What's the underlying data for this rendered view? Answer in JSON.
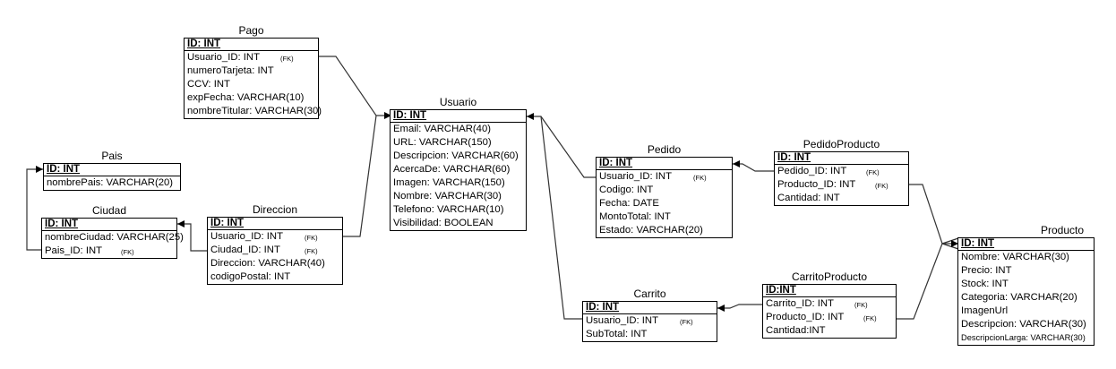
{
  "pago": {
    "title": "Pago",
    "pk": "ID: INT",
    "fields": [
      "Usuario_ID: INT",
      "numeroTarjeta: INT",
      "CCV: INT",
      "expFecha: VARCHAR(10)",
      "nombreTitular: VARCHAR(30)"
    ],
    "fk_marker": "(FK)"
  },
  "usuario": {
    "title": "Usuario",
    "pk": "ID: INT",
    "fields": [
      "Email: VARCHAR(40)",
      "URL: VARCHAR(150)",
      "Descripcion: VARCHAR(60)",
      "AcercaDe: VARCHAR(60)",
      "Imagen: VARCHAR(150)",
      "Nombre: VARCHAR(30)",
      "Telefono: VARCHAR(10)",
      "Visibilidad: BOOLEAN"
    ]
  },
  "pais": {
    "title": "Pais",
    "pk": "ID: INT",
    "fields": [
      "nombrePais: VARCHAR(20)"
    ]
  },
  "ciudad": {
    "title": "Ciudad",
    "pk": "ID: INT",
    "fields": [
      "nombreCiudad: VARCHAR(25)",
      "Pais_ID: INT"
    ],
    "fk_marker": "(FK)"
  },
  "direccion": {
    "title": "Direccion",
    "pk": "ID: INT",
    "fields": [
      "Usuario_ID: INT",
      "Ciudad_ID: INT",
      "Direccion: VARCHAR(40)",
      "codigoPostal: INT"
    ],
    "fk_marker": "(FK)"
  },
  "pedido": {
    "title": "Pedido",
    "pk": "ID: INT",
    "fields": [
      "Usuario_ID: INT",
      "Codigo: INT",
      "Fecha: DATE",
      "MontoTotal: INT",
      "Estado: VARCHAR(20)"
    ],
    "fk_marker": "(FK)"
  },
  "pedidoproducto": {
    "title": "PedidoProducto",
    "pk": "ID: INT",
    "fields": [
      "Pedido_ID: INT",
      "Producto_ID: INT",
      "Cantidad: INT"
    ],
    "fk_marker": "(FK)"
  },
  "carrito": {
    "title": "Carrito",
    "pk": "ID: INT",
    "fields": [
      "Usuario_ID: INT",
      "SubTotal: INT"
    ],
    "fk_marker": "(FK)"
  },
  "carritoproducto": {
    "title": "CarritoProducto",
    "pk": "ID:INT",
    "fields": [
      "Carrito_ID: INT",
      "Producto_ID: INT",
      "Cantidad:INT"
    ],
    "fk_marker": "(FK)"
  },
  "producto": {
    "title": "Producto",
    "pk": "ID: INT",
    "fields": [
      "Nombre: VARCHAR(30)",
      "Precio: INT",
      "Stock: INT",
      "Categoria: VARCHAR(20)",
      "ImagenUrl",
      "Descripcion: VARCHAR(30)",
      "DescripcionLarga: VARCHAR(30)"
    ]
  }
}
